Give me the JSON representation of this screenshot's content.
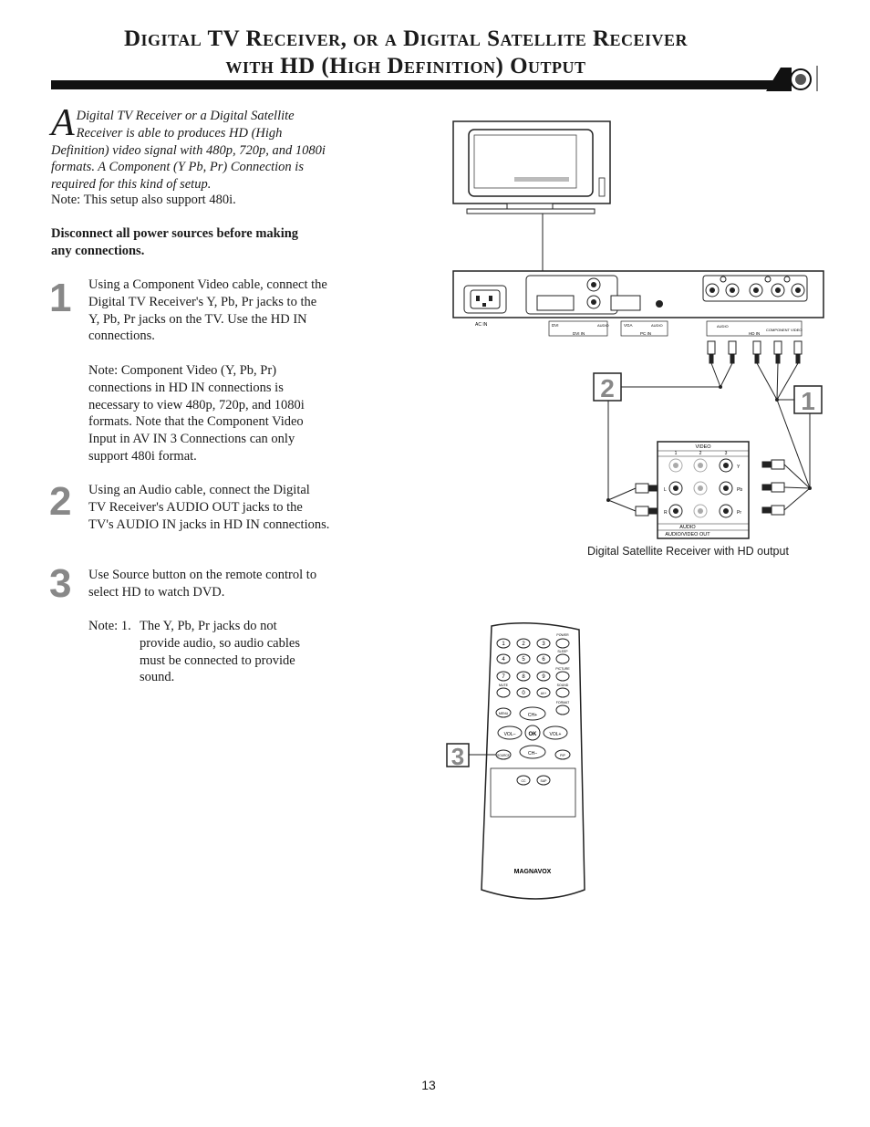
{
  "header": {
    "title_line1": "Digital TV Receiver, or a Digital Satellite Receiver",
    "title_line2": "with HD (High Definition) Output"
  },
  "intro": {
    "dropcap": "A",
    "text": "Digital TV Receiver or a Digital Satellite Receiver is able to produces HD (High Definition) video signal with 480p, 720p, and 1080i formats. A Component (Y Pb, Pr) Connection is required for this kind of setup.",
    "note": "Note: This setup also support 480i."
  },
  "warning": "Disconnect all power sources before making any connections.",
  "steps": [
    {
      "number": "1",
      "text": "Using a Component Video cable, connect the Digital TV Receiver's Y, Pb, Pr jacks to the Y, Pb, Pr jacks on the TV. Use the HD IN connections.",
      "note": "Note: Component Video (Y, Pb, Pr) connections in HD IN connections is necessary to view 480p, 720p, and 1080i formats. Note that the Component Video Input in AV IN 3 Connections can only support 480i format."
    },
    {
      "number": "2",
      "text": "Using an Audio cable, connect the Digital TV Receiver's AUDIO OUT jacks to the TV's AUDIO IN jacks in HD IN connections."
    },
    {
      "number": "3",
      "text": "Use Source button on the remote control to select HD to watch DVD."
    }
  ],
  "final_note": {
    "prefix": "Note: 1.",
    "text": "The Y, Pb, Pr jacks do not provide audio, so audio cables must be connected to provide sound."
  },
  "diagram": {
    "callouts": [
      "2",
      "1",
      "3"
    ],
    "tv_panel_labels": {
      "ac_in": "AC IN",
      "dvi": "DVI",
      "audio": "AUDIO",
      "dvi_in": "DVI IN",
      "vga": "VGA",
      "pc_in": "PC IN",
      "hd_in": "HD IN",
      "component_video": "COMPONENT VIDEO"
    },
    "receiver_labels": {
      "video": "VIDEO",
      "cols": [
        "1",
        "2",
        "3"
      ],
      "l": "L",
      "r": "R",
      "y": "Y",
      "pb": "Pb",
      "pr": "Pr",
      "audio": "AUDIO",
      "av_out": "AUDIO/VIDEO OUT"
    },
    "caption": "Digital Satellite Receiver with HD output",
    "remote": {
      "brand": "MAGNAVOX",
      "power": "POWER",
      "sleep": "SLEEP",
      "picture": "PICTURE",
      "sound": "SOUND",
      "format": "FORMAT",
      "mute": "MUTE",
      "ch_up": "CH+",
      "ch_down": "CH–",
      "vol_down": "VOL–",
      "vol_up": "VOL+",
      "ok": "OK",
      "menu": "MENU",
      "source": "SOURCE",
      "pip": "PIP",
      "cc": "CC",
      "sap": "SAP",
      "avplus": "AV+",
      "keys": [
        "1",
        "2",
        "3",
        "4",
        "5",
        "6",
        "7",
        "8",
        "9",
        "0"
      ]
    }
  },
  "page_number": "13"
}
